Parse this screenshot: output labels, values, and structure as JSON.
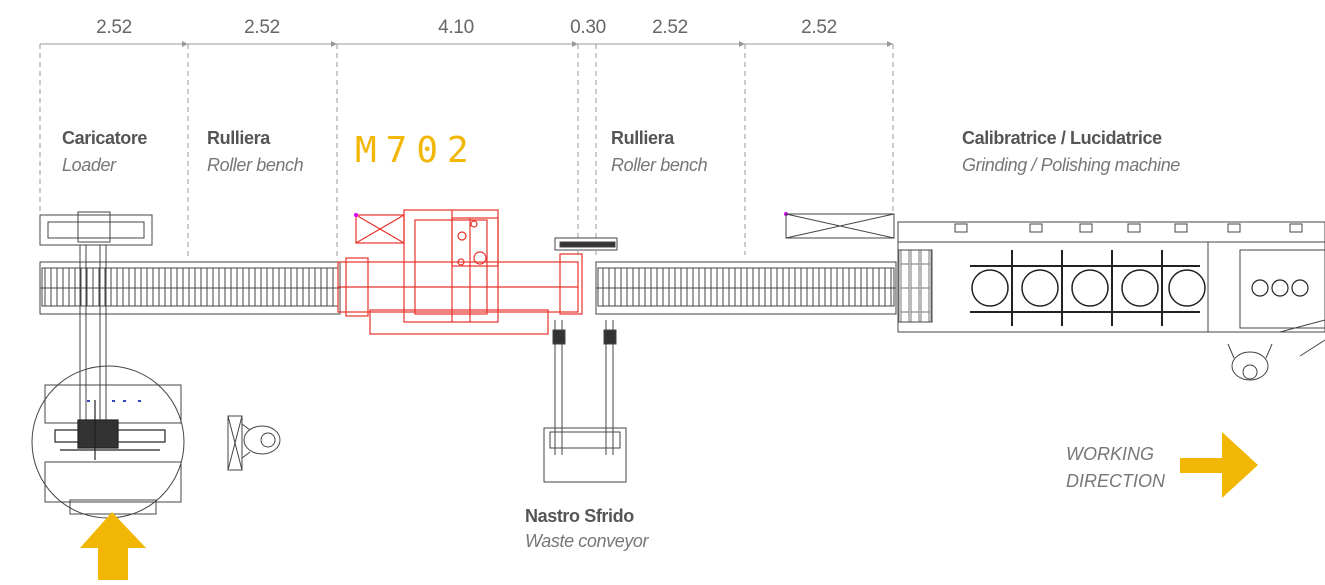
{
  "dimensions": [
    "2.52",
    "2.52",
    "4.10",
    "0.30",
    "2.52",
    "2.52"
  ],
  "stations": {
    "loader": {
      "name": "Caricatore",
      "subtitle": "Loader"
    },
    "roller_bench_1": {
      "name": "Rulliera",
      "subtitle": "Roller bench"
    },
    "model": {
      "name": "M702"
    },
    "roller_bench_2": {
      "name": "Rulliera",
      "subtitle": "Roller bench"
    },
    "grinder": {
      "name": "Calibratrice / Lucidatrice",
      "subtitle": "Grinding / Polishing machine"
    },
    "waste": {
      "name": "Nastro Sfrido",
      "subtitle": "Waste conveyor"
    }
  },
  "working_direction": {
    "line1": "WORKING",
    "line2": "DIRECTION"
  },
  "colors": {
    "machine": "#e8322a",
    "arrow": "#f2b705",
    "line": "#444444",
    "dim": "#999999"
  }
}
